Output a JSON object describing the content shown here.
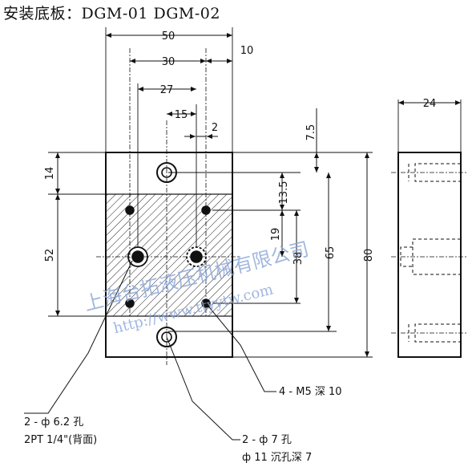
{
  "title": "安装底板：DGM-01 DGM-02",
  "dimensions": {
    "w50": "50",
    "w30": "30",
    "w10": "10",
    "w27": "27",
    "w15": "15",
    "w2": "2",
    "h14": "14",
    "h52": "52",
    "h7_5": "7.5",
    "h13_5": "13.5",
    "h19": "19",
    "h38": "38",
    "h65": "65",
    "h80": "80",
    "w24": "24"
  },
  "callouts": {
    "m5": "4 - M5 深 10",
    "phi62_line1": "2 - ф 6.2 孔",
    "phi62_line2": "2PT 1/4\"(背面)",
    "phi7_line1": "2 - ф 7 孔",
    "phi7_line2": "ф 11 沉孔深 7"
  },
  "watermark": {
    "company": "上海台拓液压机械有限公司",
    "url": "http://www.ttyytw.com"
  },
  "colors": {
    "line": "#111111",
    "watermark": "#8aa6d8"
  }
}
